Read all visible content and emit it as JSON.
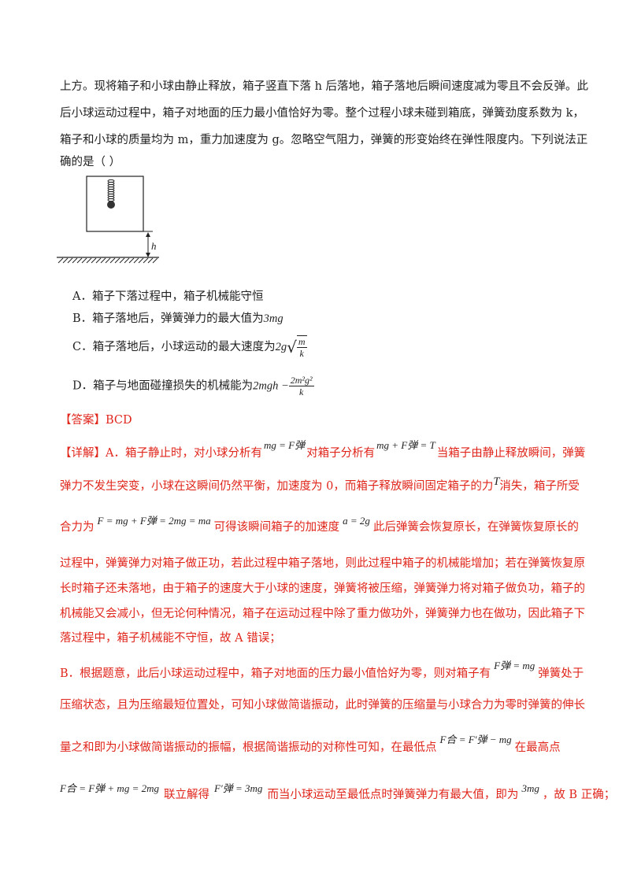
{
  "question": {
    "line1": "上方。现将箱子和小球由静止释放，箱子竖直下落 h 后落地，箱子落地后瞬间速度减为零且不会反弹。此",
    "line2": "后小球运动过程中，箱子对地面的压力最小值恰好为零。整个过程小球未碰到箱底，弹簧劲度系数为 k，",
    "line3": "箱子和小球的质量均为 m，重力加速度为 g。忽略空气阻力，弹簧的形变始终在弹性限度内。下列说法正",
    "line4": "确的是（    ）"
  },
  "figure": {
    "h_label": "h"
  },
  "options": {
    "A": "A．箱子下落过程中，箱子机械能守恒",
    "B_text": "B．箱子落地后，弹簧弹力的最大值为",
    "B_val": "3mg",
    "C_text": "C．箱子落地后，小球运动的最大速度为",
    "C_coef": "2g",
    "C_num": "m",
    "C_den": "k",
    "D_text": "D．箱子与地面碰撞损失的机械能为",
    "D_pre": "2mgh −",
    "D_num": "2m²g²",
    "D_den": "k"
  },
  "answer": {
    "label": "【答案】BCD"
  },
  "detail": {
    "l1a": "【详解】A．箱子静止时，对小球分析有",
    "f1": "mg = F弹",
    "l1b": "对箱子分析有",
    "f2": "mg + F弹 = T",
    "l1c": "当箱子由静止释放瞬间，弹簧",
    "l2a": "弹力不发生突变，小球在这瞬间仍然平衡，加速度为 0，而箱子释放瞬间固定箱子的力",
    "f3": "T",
    "l2b": "消失，箱子所受",
    "l3a": "合力为",
    "f4": "F = mg + F弹 = 2mg = ma",
    "l3b": "可得该瞬间箱子的加速度",
    "f5": "a = 2g",
    "l3c": "此后弹簧会恢复原长，在弹簧恢复原长的",
    "l4": "过程中，弹簧弹力对箱子做正功，若此过程中箱子落地，则此过程中箱子的机械能增加；若在弹簧恢复原",
    "l5": "长时箱子还未落地，由于箱子的速度大于小球的速度，弹簧将被压缩，弹簧弹力将对箱子做负功，箱子的",
    "l6": "机械能又会减小，但无论何种情况，箱子在运动过程中除了重力做功外，弹簧弹力也在做功，因此箱子下",
    "l7": "落过程中，箱子机械能不守恒，故 A 错误；",
    "l8a": "B．根据题意，此后小球运动过程中，箱子对地面的压力最小值恰好为零，则对箱子有",
    "f6": "F弹 = mg",
    "l8b": "弹簧处于",
    "l9": "压缩状态，且为压缩最短位置处，可知小球做简谐振动，此时弹簧的压缩量与小球合力为零时弹簧的伸长",
    "l10a": "量之和即为小球做简谐振动的振幅，根据简谐振动的对称性可知，在最低点",
    "f7": "F合 = F′弹 − mg",
    "l10b": "在最高点",
    "f8": "F合 = F弹 + mg = 2mg",
    "l11a": "联立解得",
    "f9": "F′弹 = 3mg",
    "l11b": "而当小球运动至最低点时弹簧弹力有最大值，即为",
    "f10": "3mg",
    "l11c": "，故 B 正确；"
  }
}
